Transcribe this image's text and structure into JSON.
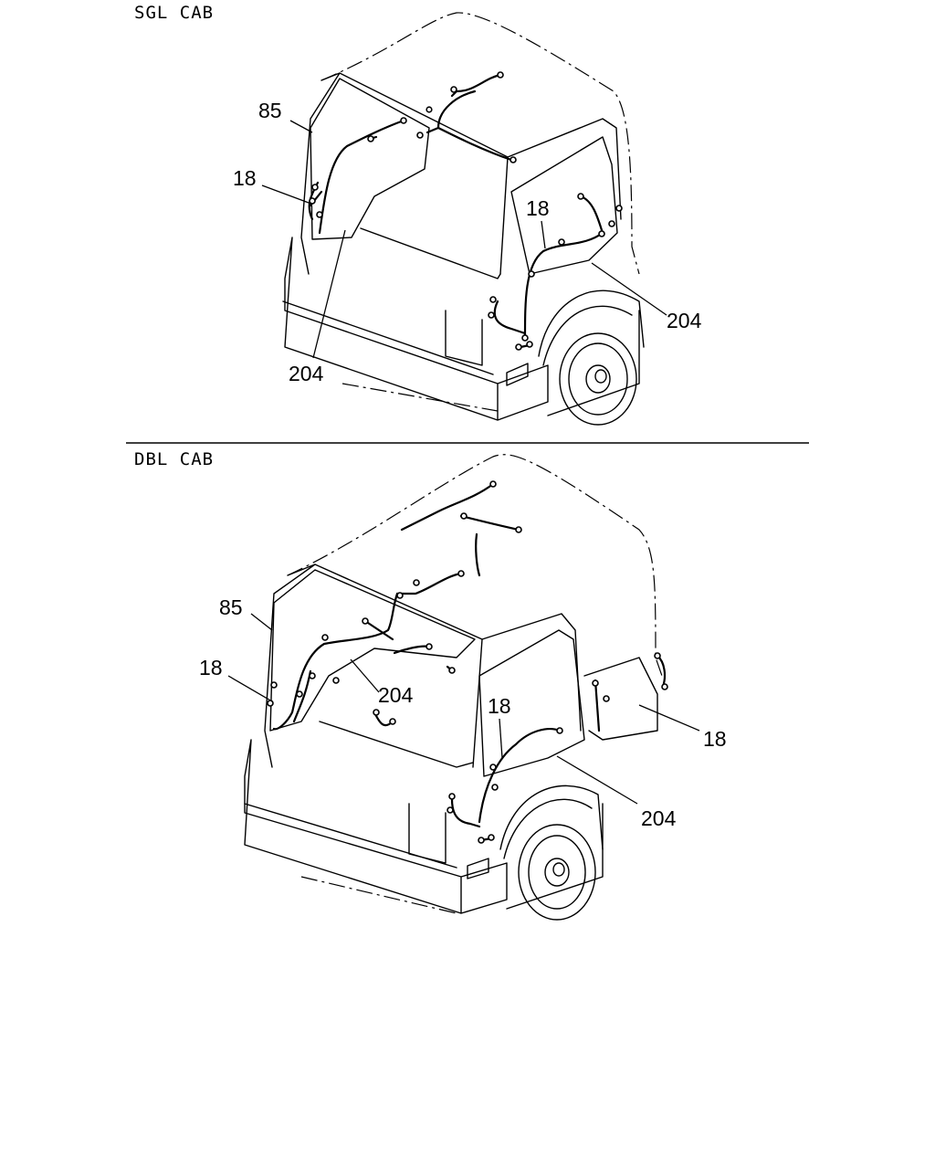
{
  "sections": {
    "sgl": {
      "title": "SGL CAB"
    },
    "dbl": {
      "title": "DBL CAB"
    }
  },
  "callouts": {
    "sgl": [
      "85",
      "18",
      "18",
      "204",
      "204"
    ],
    "dbl": [
      "85",
      "18",
      "204",
      "18",
      "18",
      "204"
    ]
  }
}
